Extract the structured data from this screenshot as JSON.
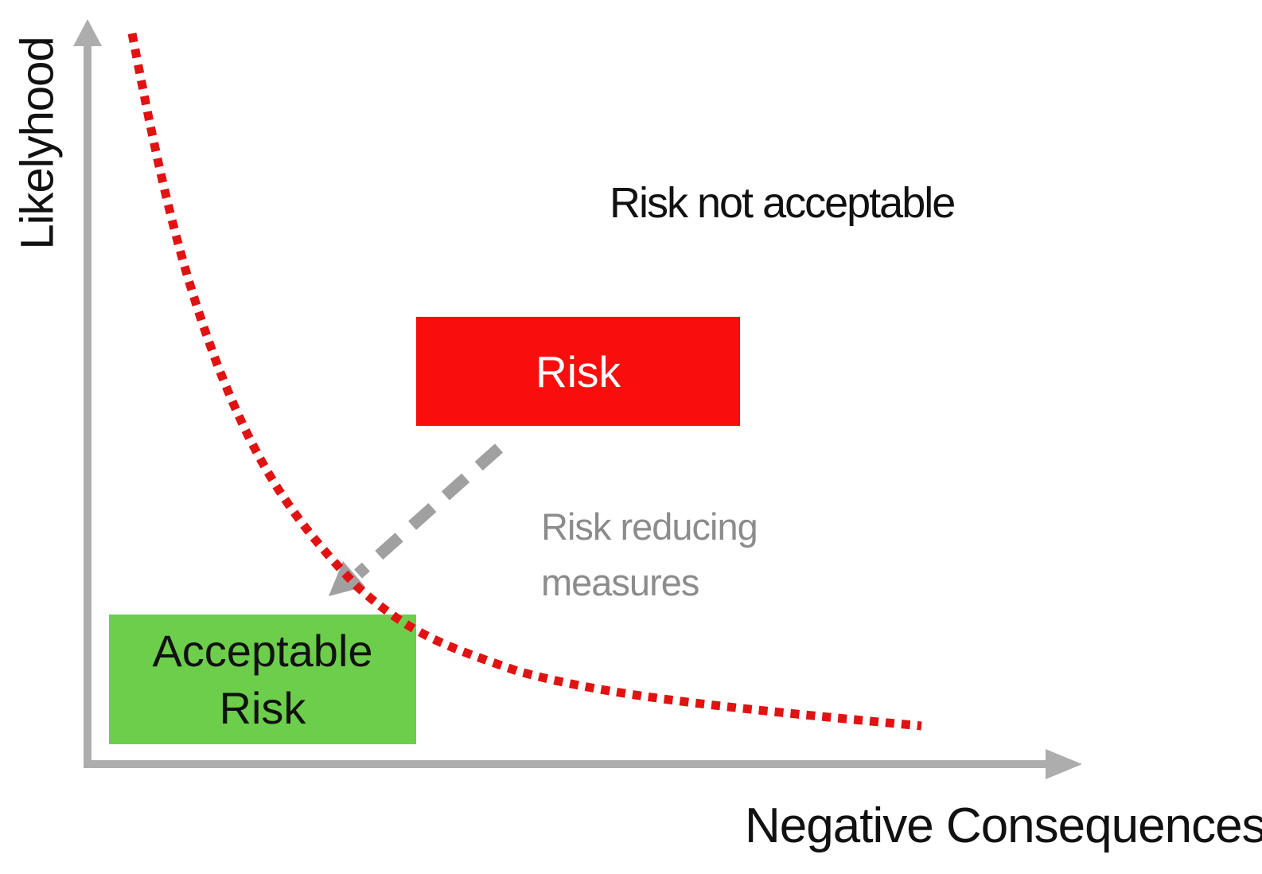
{
  "diagram": {
    "y_axis": {
      "label": "Likelyhood"
    },
    "x_axis": {
      "label": "Negative Consequences"
    },
    "not_acceptable_label": "Risk not acceptable",
    "risk_box": {
      "label": "Risk"
    },
    "acceptable_box": {
      "lines": [
        "Acceptable",
        "Risk"
      ]
    },
    "arrow_label": {
      "lines": [
        "Risk reducing",
        "measures"
      ]
    },
    "curve": {
      "meaning": "risk acceptance boundary",
      "style": "dotted"
    },
    "colors": {
      "risk_box": "#f90d0d",
      "risk_box_text": "#ffffff",
      "acceptable_box": "#6cce4b",
      "curve": "#e11212",
      "axis": "#adadad",
      "arrow": "#a0a0a0",
      "gray_text": "#8c8c8c",
      "text": "#111111",
      "background": "#ffffff"
    }
  }
}
